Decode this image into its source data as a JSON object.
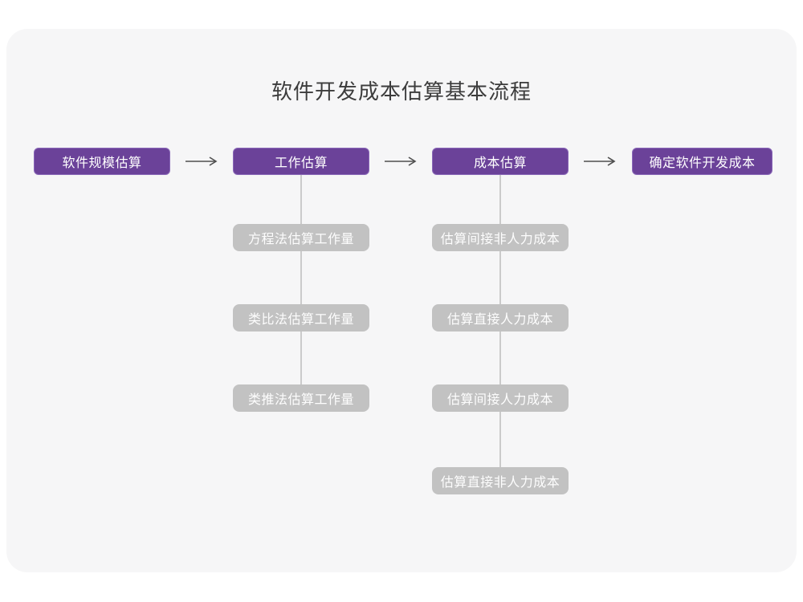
{
  "title": "软件开发成本估算基本流程",
  "colors": {
    "page_background": "#ffffff",
    "card_background": "#f6f6f7",
    "primary_node": "#6b4299",
    "primary_node_border": "#8a68b8",
    "sub_node": "#c2c2c2",
    "node_text": "#ffffff",
    "title_text": "#3c3c3c",
    "connector_line": "#cbcbcb",
    "arrow": "#4f4f4f"
  },
  "flow": {
    "main_steps": [
      {
        "label": "软件规模估算"
      },
      {
        "label": "工作估算"
      },
      {
        "label": "成本估算"
      },
      {
        "label": "确定软件开发成本"
      }
    ],
    "work_estimation_methods": [
      {
        "label": "方程法估算工作量"
      },
      {
        "label": "类比法估算工作量"
      },
      {
        "label": "类推法估算工作量"
      }
    ],
    "cost_estimation_steps": [
      {
        "label": "估算间接非人力成本"
      },
      {
        "label": "估算直接人力成本"
      },
      {
        "label": "估算间接人力成本"
      },
      {
        "label": "估算直接非人力成本"
      }
    ]
  }
}
